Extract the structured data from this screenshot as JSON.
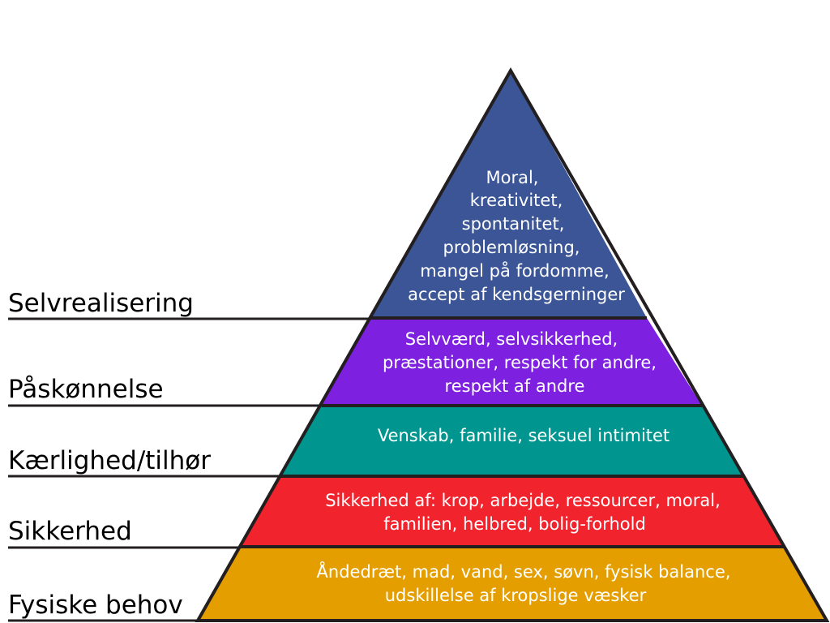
{
  "colors": {
    "outline": "#231f20",
    "level_1": "#e59e00",
    "level_2": "#f1242e",
    "level_3": "#00958f",
    "level_4": "#7d20e0",
    "level_5": "#3b5596"
  },
  "levels": [
    {
      "label": "Selvrealisering",
      "lines": [
        "Moral,",
        "kreativitet,",
        "spontanitet,",
        "problemløsning,",
        "mangel på fordomme,",
        "accept af kendsgerninger"
      ]
    },
    {
      "label": "Påskønnelse",
      "lines": [
        "Selvværd, selvsikkerhed,",
        "præstationer, respekt for andre,",
        "respekt af andre"
      ]
    },
    {
      "label": "Kærlighed/tilhør",
      "lines": [
        "Venskab, familie, seksuel intimitet"
      ]
    },
    {
      "label": "Sikkerhed",
      "lines": [
        "Sikkerhed af: krop, arbejde, ressourcer, moral,",
        "familien, helbred, bolig-forhold"
      ]
    },
    {
      "label": "Fysiske behov",
      "lines": [
        "Åndedræt, mad, vand, sex, søvn, fysisk balance,",
        "udskillelse af kropslige væsker"
      ]
    }
  ]
}
